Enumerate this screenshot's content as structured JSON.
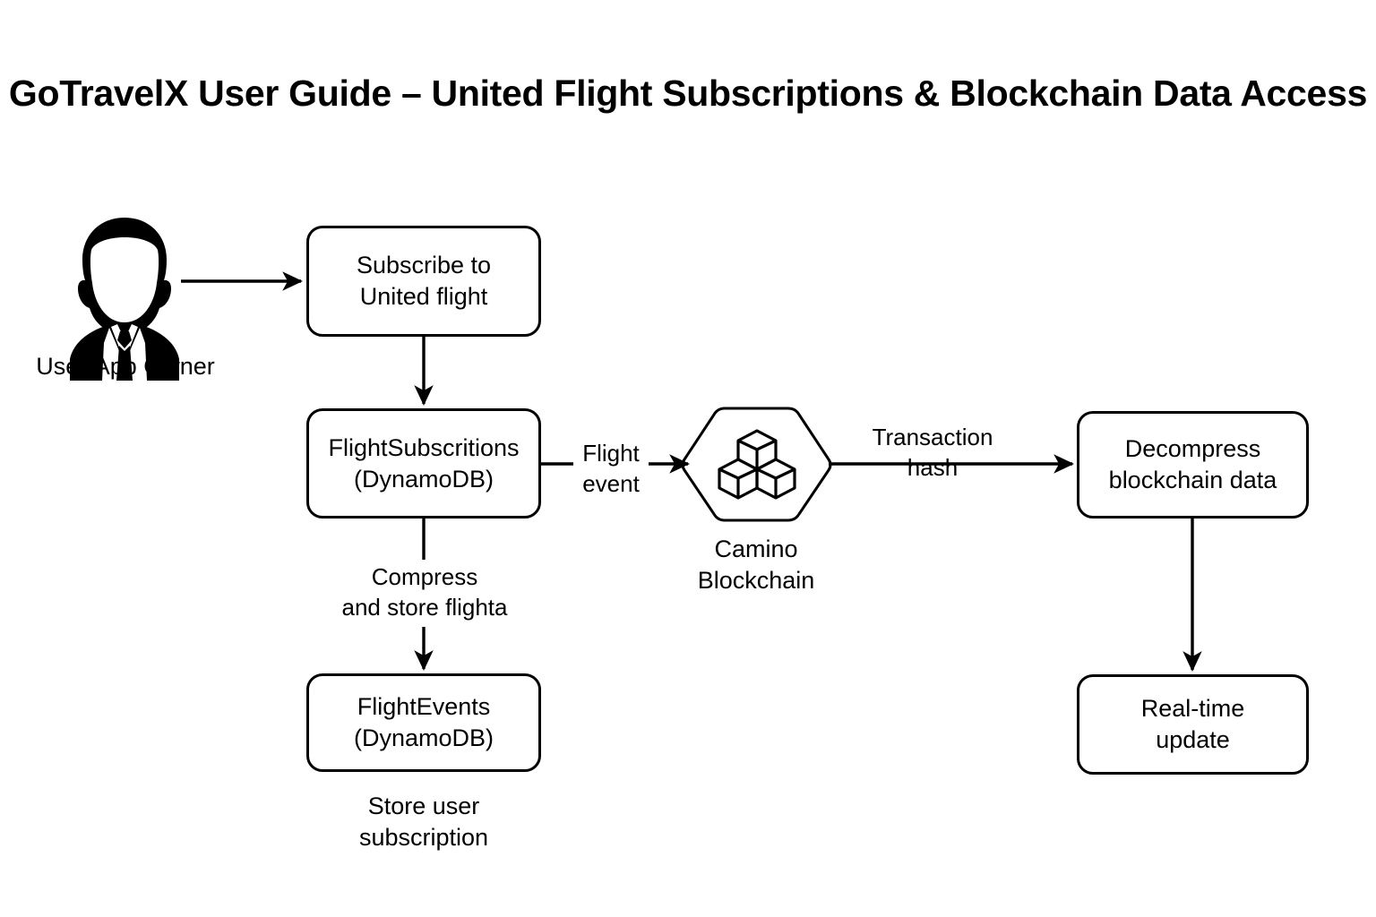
{
  "title": "GoTravelX User Guide – United Flight Subscriptions & Blockchain Data Access",
  "colors": {
    "background": "#ffffff",
    "stroke": "#000000",
    "text": "#000000",
    "node_fill": "#ffffff"
  },
  "actor": {
    "icon": "user-avatar-icon",
    "label": "User/App Owner"
  },
  "nodes": {
    "subscribe": {
      "line1": "Subscribe to",
      "line2": "United flight",
      "shape": "rounded-rect"
    },
    "flight_subscriptions": {
      "line1": "FlightSubscritions",
      "line2": "(DynamoDB)",
      "shape": "rounded-rect"
    },
    "flight_events": {
      "line1": "FlightEvents",
      "line2": "(DynamoDB)",
      "shape": "rounded-rect"
    },
    "camino": {
      "icon": "blockchain-cubes-icon",
      "caption_line1": "Camino",
      "caption_line2": "Blockchain",
      "shape": "hexagon"
    },
    "decompress": {
      "line1": "Decompress",
      "line2": "blockchain data",
      "shape": "rounded-rect"
    },
    "realtime": {
      "line1": "Real-time",
      "line2": "update",
      "shape": "rounded-rect"
    }
  },
  "captions": {
    "store_user_subscription_line1": "Store user",
    "store_user_subscription_line2": "subscription"
  },
  "edges": {
    "user_to_subscribe": {
      "label": ""
    },
    "subscribe_to_flightsubs": {
      "label": ""
    },
    "flightsubs_to_camino_line1": "Flight",
    "flightsubs_to_camino_line2": "event",
    "flightsubs_to_flightevents_line1": "Compress",
    "flightsubs_to_flightevents_line2": "and store flighta",
    "camino_to_decompress_line1": "Transaction",
    "camino_to_decompress_line2": "hash",
    "decompress_to_realtime": {
      "label": ""
    }
  }
}
